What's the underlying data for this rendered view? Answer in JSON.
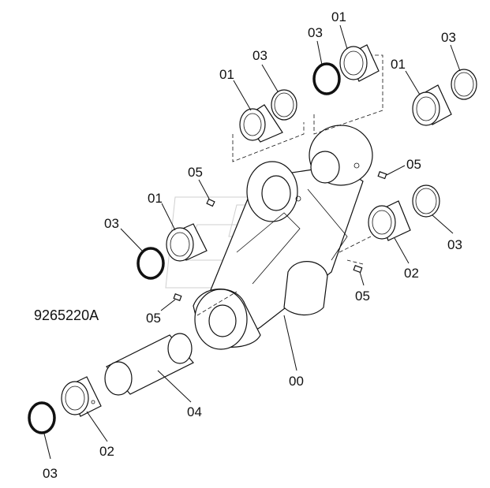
{
  "drawing_code": "9265220A",
  "labels": {
    "l01_top_a": "01",
    "l03_top_a": "03",
    "l01_top_b": "01",
    "l03_top_b": "03",
    "l03_top_c": "03",
    "l01_right": "01",
    "l05_left_top": "05",
    "l05_right_top": "05",
    "l01_left": "01",
    "l03_left": "03",
    "l03_right": "03",
    "l02_right": "02",
    "l05_right_bottom": "05",
    "l05_left_bottom": "05",
    "l00_body": "00",
    "l04_pin": "04",
    "l02_bottom": "02",
    "l03_bottom": "03"
  }
}
